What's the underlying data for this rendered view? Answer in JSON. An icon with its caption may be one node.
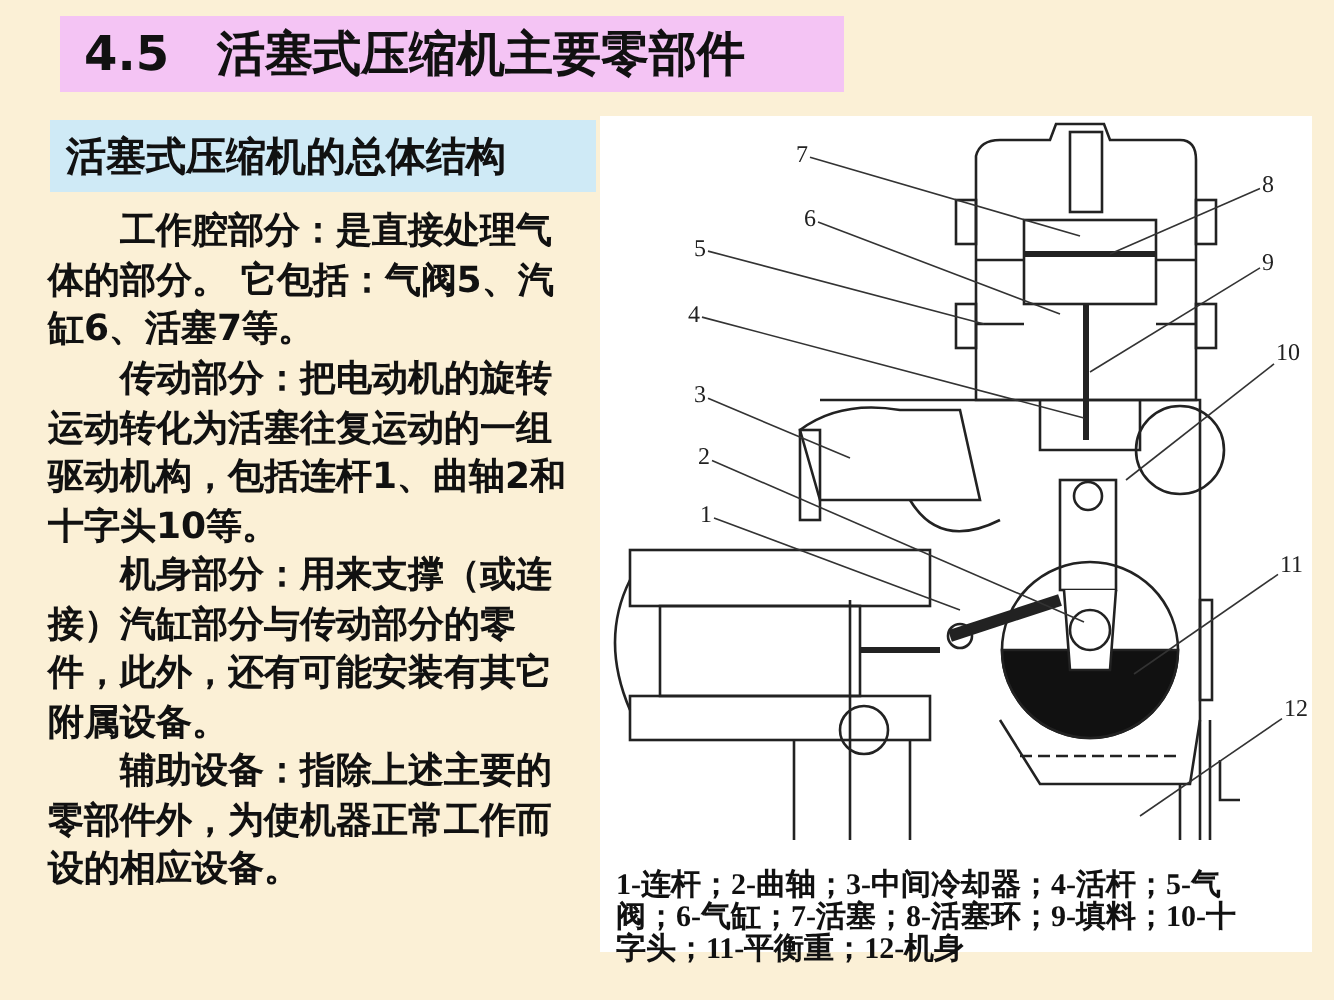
{
  "diagram": {
    "nodes": [
      {
        "text": [
          "4.5",
          "活塞式压缩机主要零部件"
        ]
      },
      {
        "text": [
          "活塞式压缩机的总体结构"
        ]
      },
      {
        "text": [
          "7"
        ]
      },
      {
        "text": [
          "8"
        ]
      },
      {
        "text": [
          "6"
        ]
      },
      {
        "text": [
          "5"
        ]
      },
      {
        "text": [
          "9"
        ]
      },
      {
        "text": [
          "4"
        ]
      },
      {
        "text": [
          "10"
        ]
      },
      {
        "text": [
          "3"
        ]
      },
      {
        "text": [
          "2"
        ]
      },
      {
        "text": [
          "1"
        ]
      },
      {
        "text": [
          "11"
        ]
      },
      {
        "text": [
          "12"
        ]
      }
    ],
    "edges": [
      {
        "from": 2,
        "to": null,
        "arrow": "none"
      },
      {
        "from": 3,
        "to": null,
        "arrow": "none"
      },
      {
        "from": 4,
        "to": null,
        "arrow": "none"
      },
      {
        "from": 5,
        "to": null,
        "arrow": "none"
      },
      {
        "from": 6,
        "to": null,
        "arrow": "none"
      },
      {
        "from": 7,
        "to": null,
        "arrow": "none"
      },
      {
        "from": 8,
        "to": null,
        "arrow": "none"
      },
      {
        "from": 9,
        "to": null,
        "arrow": "none"
      },
      {
        "from": 10,
        "to": null,
        "arrow": "none"
      },
      {
        "from": 11,
        "to": null,
        "arrow": "none"
      },
      {
        "from": 12,
        "to": null,
        "arrow": "none"
      },
      {
        "from": 13,
        "to": null,
        "arrow": "none"
      }
    ],
    "labels": [
      "**工作腔部分**：是直接处理气体的部分。 它包括：气阀5、汽缸6、活塞7等。",
      "**传动部分**：把电动机的旋转运动转化为活塞往复运动的一组驱动机构，包括连杆1、曲轴2和十字头10等。",
      "**机身部分**：用来支撑（或连接）汽缸部分与传动部分的零件，此外，还有可能安装有其它附属设备。",
      "**辅助设备**：指除上述主要的零部件外，为使机器正常工作而设的相应设备。",
      "1-连杆；2-曲轴；3-中间冷却器；4-活杆；5-气阀；6-气缸；7-活塞；8-活塞环；9-填料；10-十字头；11-平衡重；12-机身"
    ]
  }
}
